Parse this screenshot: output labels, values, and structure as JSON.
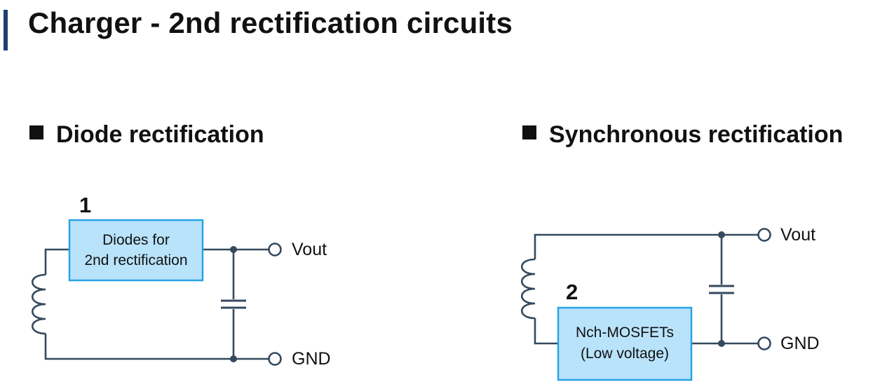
{
  "title": "Charger - 2nd rectification circuits",
  "sections": [
    {
      "heading": "Diode rectification",
      "block_number": "1",
      "block_lines": [
        "Diodes for",
        "2nd rectification"
      ],
      "terminals": [
        "Vout",
        "GND"
      ]
    },
    {
      "heading": "Synchronous rectification",
      "block_number": "2",
      "block_lines": [
        "Nch-MOSFETs",
        "(Low voltage)"
      ],
      "terminals": [
        "Vout",
        "GND"
      ]
    }
  ],
  "colors": {
    "accent_bar": "#1f3f74",
    "block_fill": "#b9e3fb",
    "block_border": "#29a3e6",
    "wire": "#34495e"
  }
}
